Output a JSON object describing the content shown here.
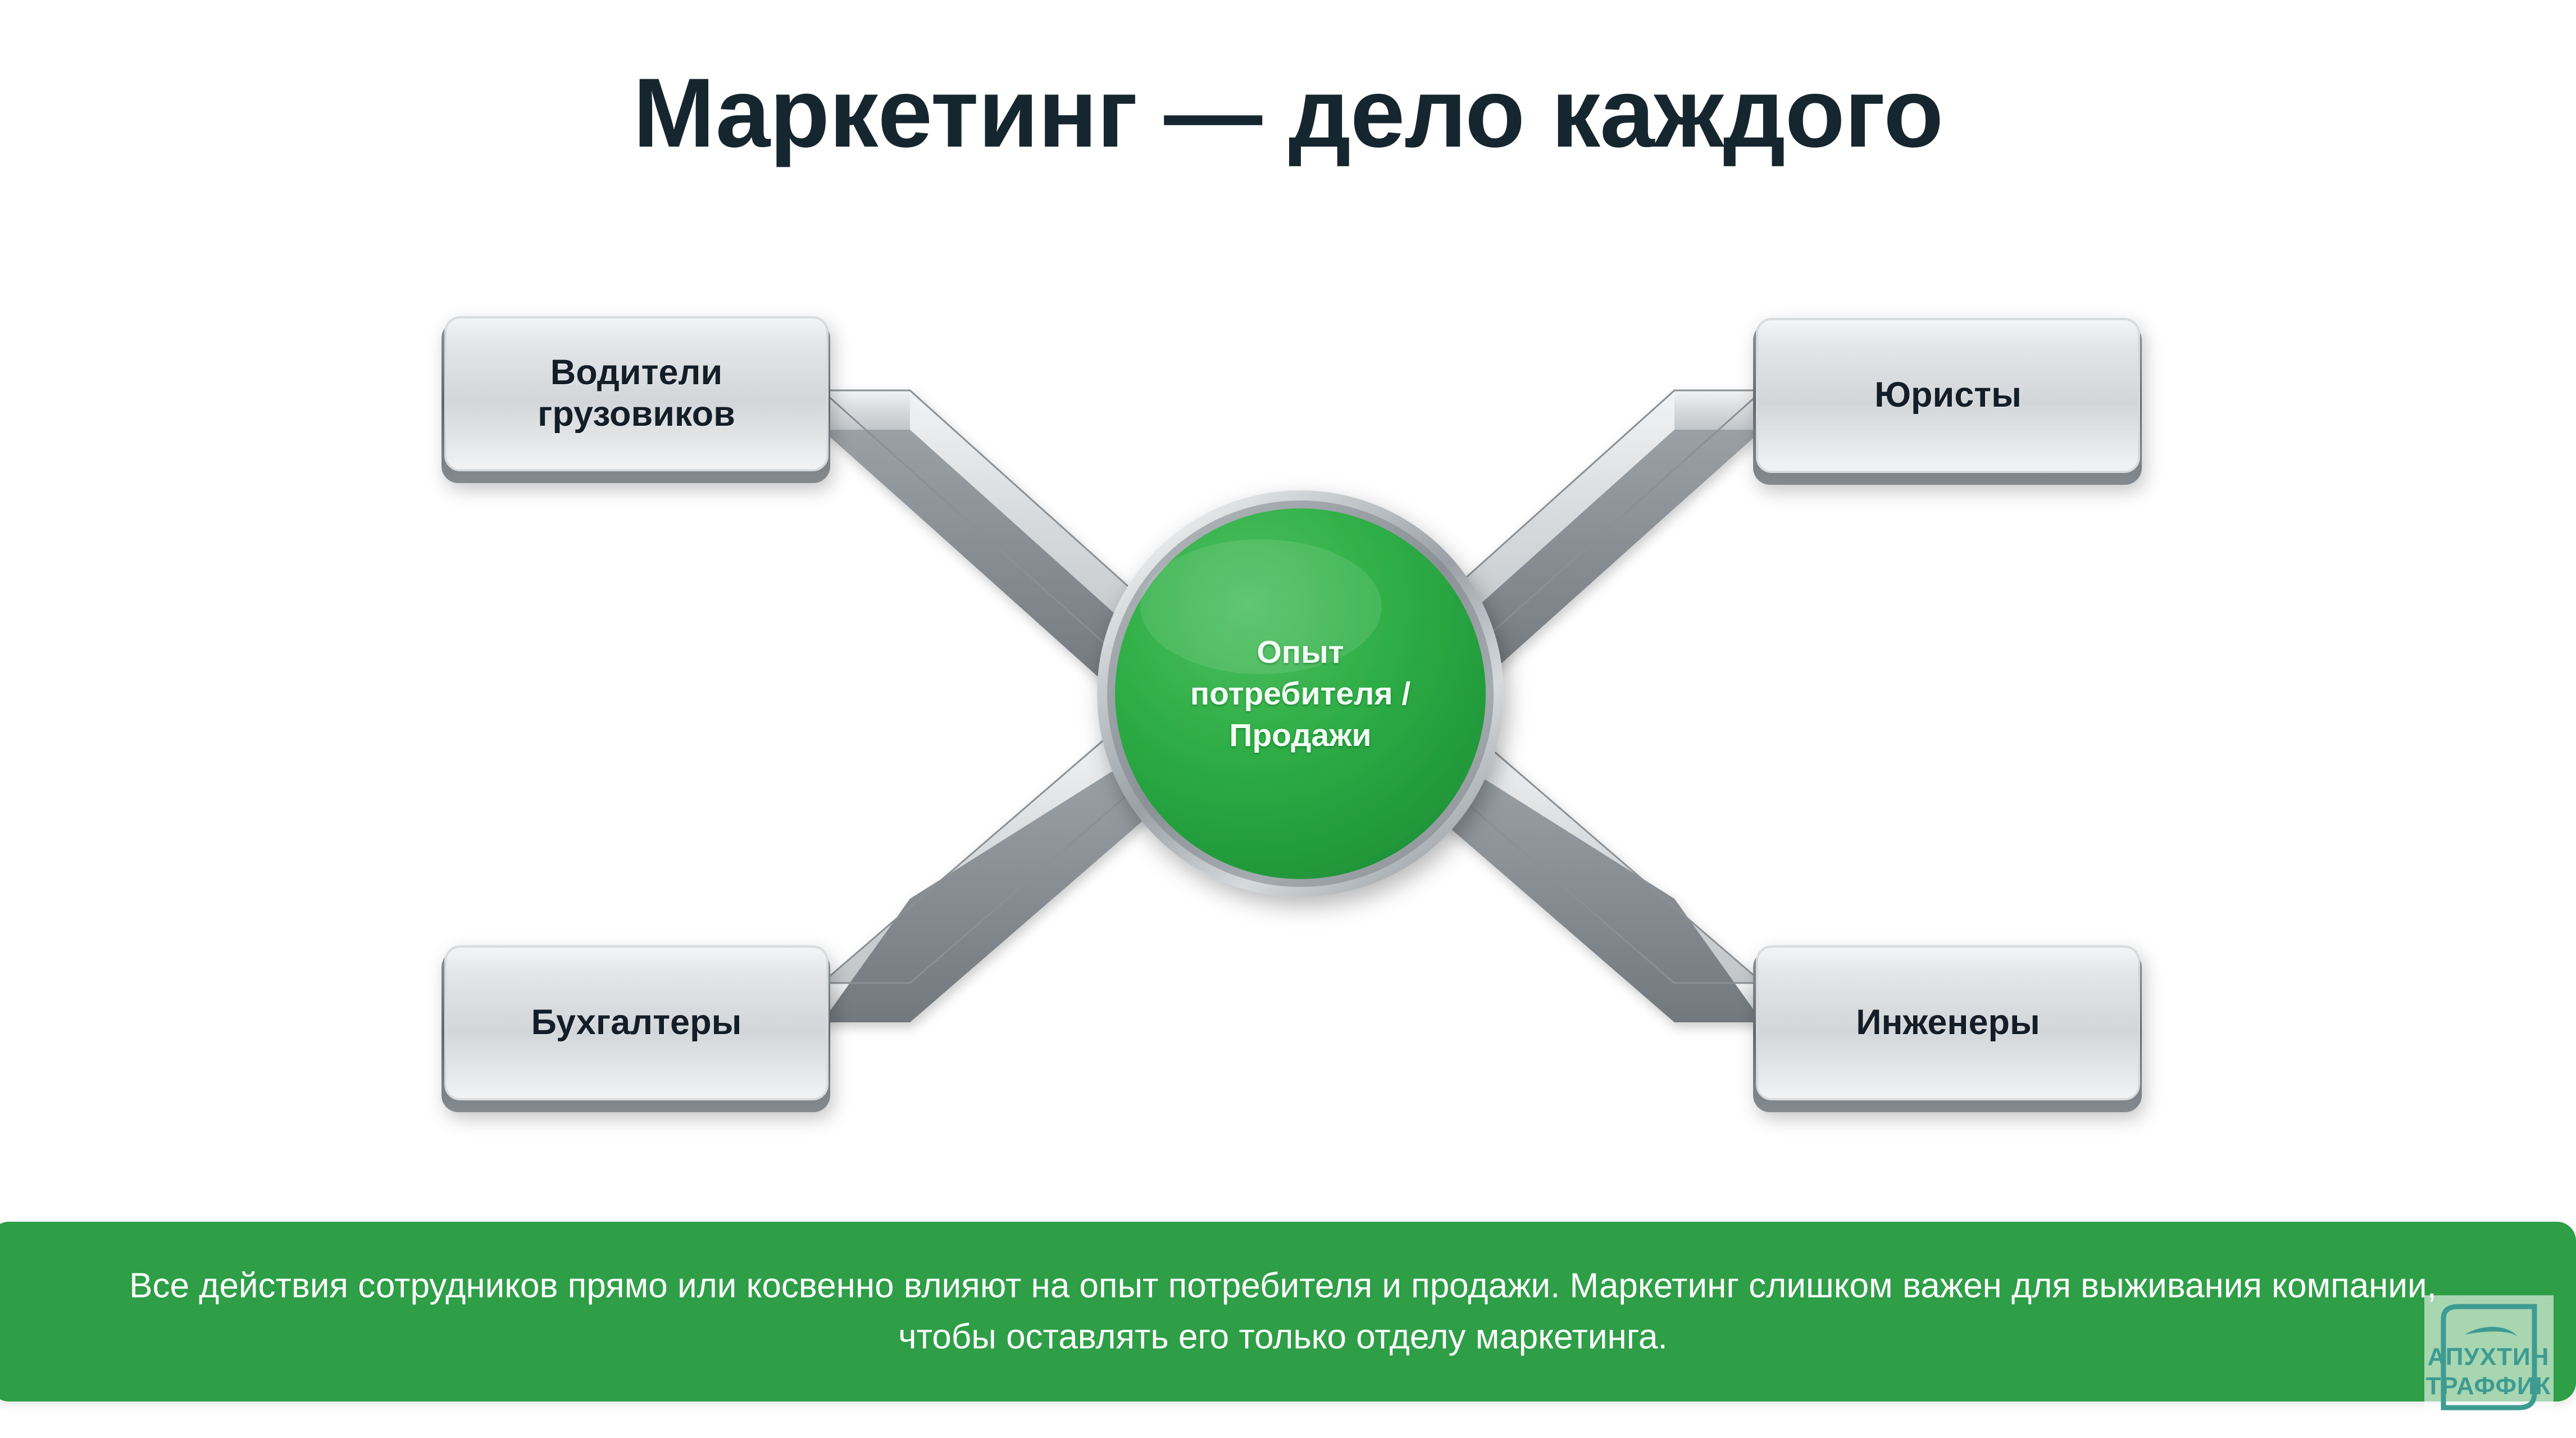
{
  "slide": {
    "title": "Маркетинг — дело каждого",
    "background_color": "#ffffff",
    "accent_green": "#2e9e47",
    "title_color": "#16262e"
  },
  "diagram": {
    "type": "hub-and-spoke",
    "hub": {
      "label_line1": "Опыт",
      "label_line2": "потребителя /",
      "label_line3": "Продажи",
      "fill_color": "#2ba641",
      "ring_color": "#b9bec2",
      "text_color": "#f2fff4"
    },
    "nodes": [
      {
        "id": "drivers",
        "label_line1": "Водители",
        "label_line2": "грузовиков",
        "position": "top-left"
      },
      {
        "id": "lawyers",
        "label_line1": "Юристы",
        "label_line2": "",
        "position": "top-right"
      },
      {
        "id": "accountants",
        "label_line1": "Бухгалтеры",
        "label_line2": "",
        "position": "bottom-left"
      },
      {
        "id": "engineers",
        "label_line1": "Инженеры",
        "label_line2": "",
        "position": "bottom-right"
      }
    ],
    "node_fill_top": "#e9ebec",
    "node_fill_bottom": "#b9bec2",
    "connector_color": "#c5c9cc"
  },
  "banner": {
    "text": "Все действия сотрудников прямо или косвенно влияют на опыт потребителя и продажи. Маркетинг слишком важен для выживания компании, чтобы оставлять его только отделу маркетинга.",
    "background_color": "#2e9e47",
    "text_color": "#ffffff"
  },
  "logo": {
    "line1": "АПУХТИН",
    "line2": "ТРАФФИК",
    "color": "#3e9b92"
  }
}
